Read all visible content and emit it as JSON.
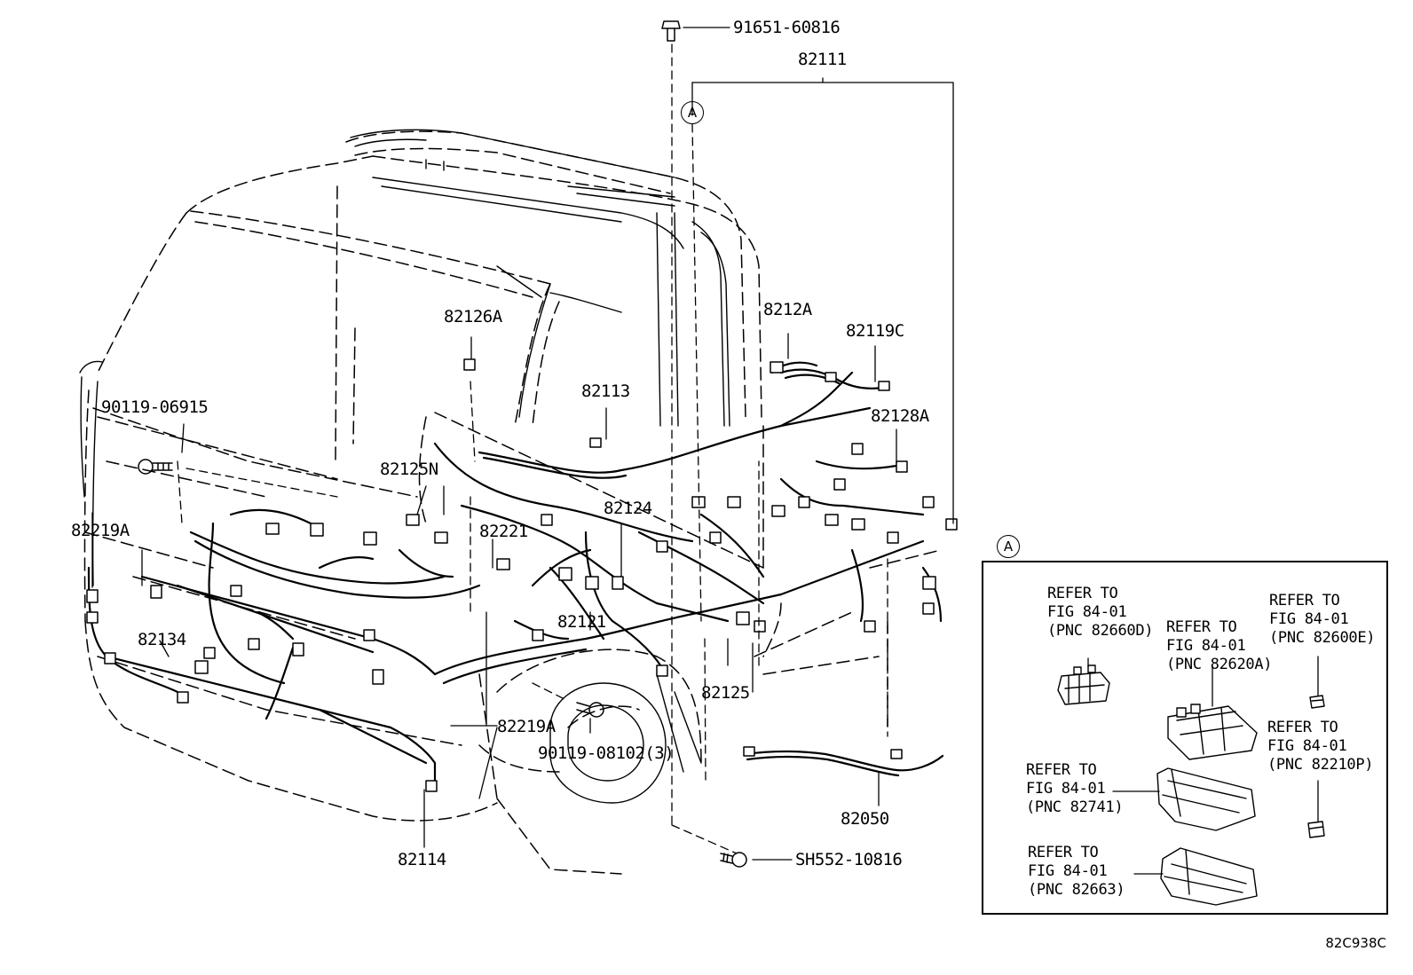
{
  "diagram": {
    "callout_marker": "A",
    "footer_code": "82C938C",
    "part_labels": [
      {
        "id": "p91651",
        "text": "91651-60816"
      },
      {
        "id": "p82111",
        "text": "82111"
      },
      {
        "id": "p82212a",
        "text": "8212A"
      },
      {
        "id": "p82119c",
        "text": "82119C"
      },
      {
        "id": "p82126a",
        "text": "82126A"
      },
      {
        "id": "p82113",
        "text": "82113"
      },
      {
        "id": "p82128a",
        "text": "82128A"
      },
      {
        "id": "p90119_06915",
        "text": "90119-06915"
      },
      {
        "id": "p82125n",
        "text": "82125N"
      },
      {
        "id": "p82124",
        "text": "82124"
      },
      {
        "id": "p82219a_left",
        "text": "82219A"
      },
      {
        "id": "p82221",
        "text": "82221"
      },
      {
        "id": "p82121",
        "text": "82121"
      },
      {
        "id": "p82134",
        "text": "82134"
      },
      {
        "id": "p82125",
        "text": "82125"
      },
      {
        "id": "p82219a_bottom",
        "text": "82219A"
      },
      {
        "id": "p90119_08102",
        "text": "90119-08102(3)"
      },
      {
        "id": "p82050",
        "text": "82050"
      },
      {
        "id": "p82114",
        "text": "82114"
      },
      {
        "id": "psh552",
        "text": "SH552-10816"
      }
    ],
    "references": [
      {
        "id": "r82660d",
        "lines": [
          "REFER TO",
          "FIG 84-01",
          "(PNC 82660D)"
        ]
      },
      {
        "id": "r82620a",
        "lines": [
          "REFER TO",
          "FIG 84-01",
          "(PNC 82620A)"
        ]
      },
      {
        "id": "r82600e",
        "lines": [
          "REFER TO",
          "FIG 84-01",
          "(PNC 82600E)"
        ]
      },
      {
        "id": "r82210p",
        "lines": [
          "REFER TO",
          "FIG 84-01",
          "(PNC 82210P)"
        ]
      },
      {
        "id": "r82741",
        "lines": [
          "REFER TO",
          "FIG 84-01",
          "(PNC 82741)"
        ]
      },
      {
        "id": "r82663",
        "lines": [
          "REFER TO",
          "FIG 84-01",
          "(PNC 82663)"
        ]
      }
    ]
  }
}
